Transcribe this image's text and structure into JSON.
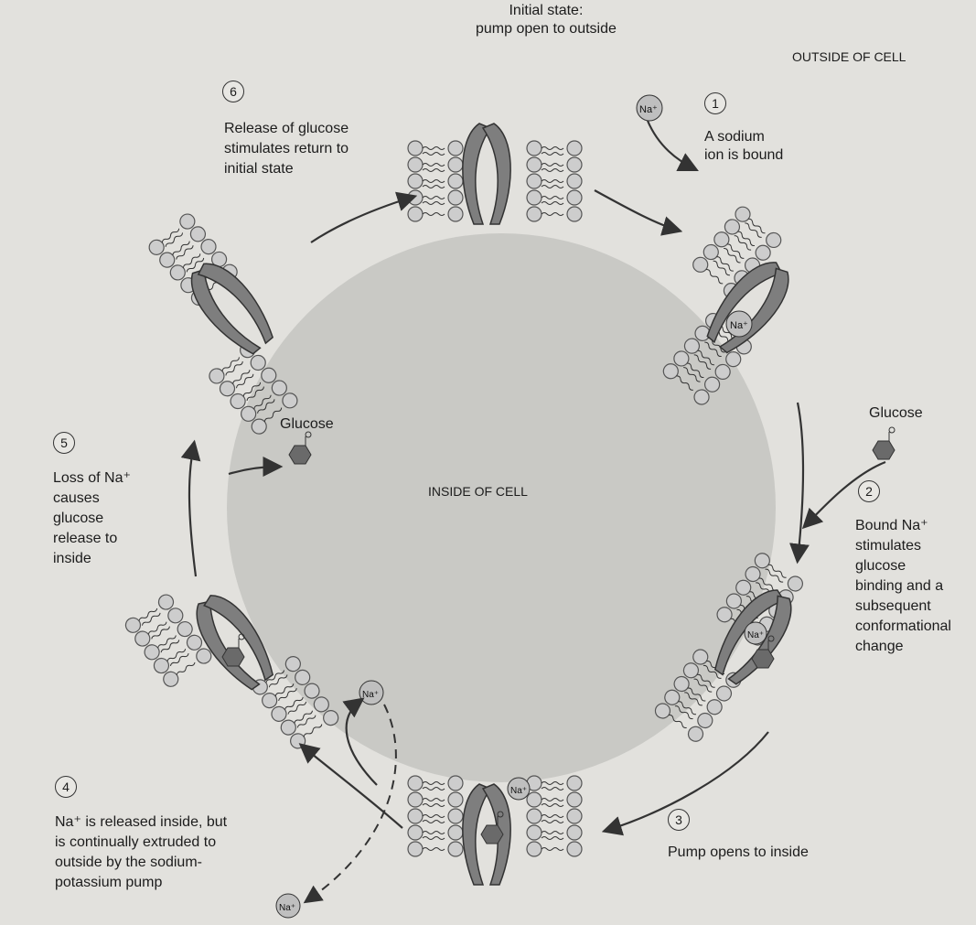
{
  "header": {
    "initial_state": "Initial state:",
    "pump_open_outside": "pump open to outside",
    "outside_of_cell": "OUTSIDE OF CELL",
    "inside_of_cell": "INSIDE OF CELL"
  },
  "molecules": {
    "glucose_outside": "Glucose",
    "glucose_inside": "Glucose",
    "sodium_ion": "Na⁺"
  },
  "steps": [
    {
      "number": "1",
      "text": "A sodium\nion is bound"
    },
    {
      "number": "2",
      "text": "Bound Na⁺\nstimulates\nglucose\nbinding and a\nsubsequent\nconformational\nchange"
    },
    {
      "number": "3",
      "text": "Pump opens to inside"
    },
    {
      "number": "4",
      "text": "Na⁺ is released inside, but\nis continually extruded to\noutside by the sodium-\npotassium pump"
    },
    {
      "number": "5",
      "text": "Loss of Na⁺\ncauses\nglucose\nrelease to\ninside"
    },
    {
      "number": "6",
      "text": "Release of glucose\nstimulates return to\ninitial state"
    }
  ],
  "colors": {
    "background": "#e2e1dd",
    "cell_interior": "#c4c4c1",
    "protein": "#7e7e7e",
    "lipid_head": "#cdcdcd",
    "glucose": "#6a6a6a",
    "arrow": "#333333"
  }
}
